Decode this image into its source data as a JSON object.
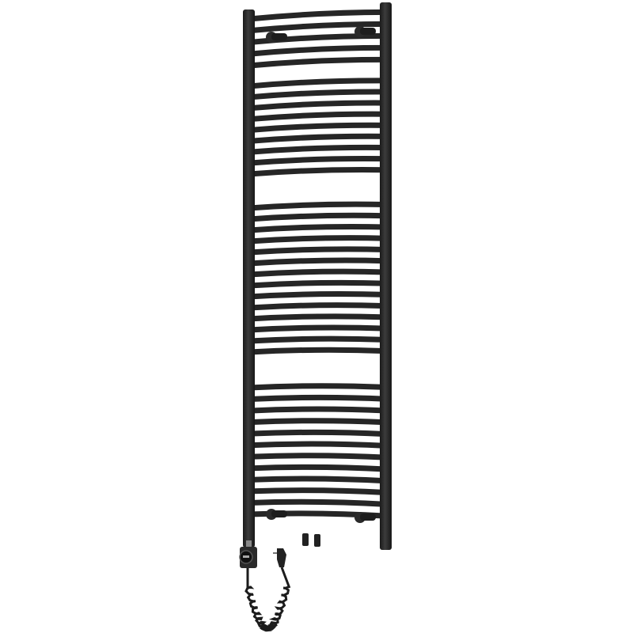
{
  "product": {
    "kind": "towel-radiator-electric",
    "colors": {
      "background": "#ffffff",
      "body": "#2a2a2a",
      "highlight": "#4a4a4a",
      "shadow": "#151515"
    },
    "bar_groups": [
      5,
      9,
      14,
      12
    ],
    "icons": [
      "mounting-bracket-icon",
      "heating-element-controller-icon",
      "power-plug-icon",
      "coiled-cable-icon"
    ]
  }
}
